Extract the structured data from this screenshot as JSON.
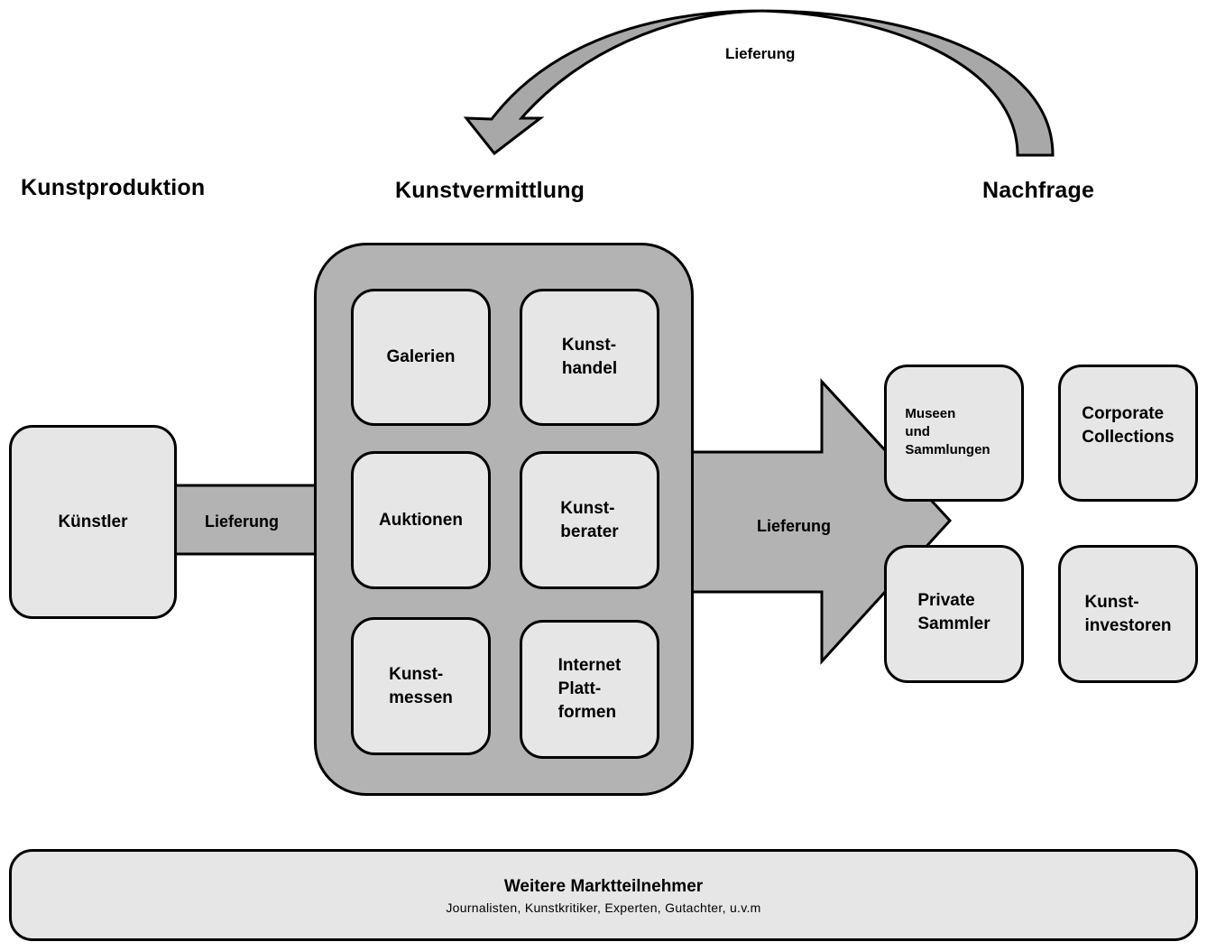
{
  "headings": {
    "production": "Kunstproduktion",
    "mediation": "Kunstvermittlung",
    "demand": "Nachfrage"
  },
  "arrows": {
    "top_curved": "Lieferung",
    "artist_to_mediation": "Lieferung",
    "mediation_to_demand": "Lieferung"
  },
  "producer": {
    "label": "Künstler"
  },
  "mediation_channels": [
    {
      "line1": "Galerien",
      "line2": "",
      "line3": ""
    },
    {
      "line1": "Kunst-",
      "line2": "handel",
      "line3": ""
    },
    {
      "line1": "Auktionen",
      "line2": "",
      "line3": ""
    },
    {
      "line1": "Kunst-",
      "line2": "berater",
      "line3": ""
    },
    {
      "line1": "Kunst-",
      "line2": "messen",
      "line3": ""
    },
    {
      "line1": "Internet",
      "line2": "Platt-",
      "line3": "formen"
    }
  ],
  "demand_groups": [
    {
      "line1": "Museen",
      "line2": "und",
      "line3": "Sammlungen"
    },
    {
      "line1": "Corporate",
      "line2": "Collections",
      "line3": ""
    },
    {
      "line1": "Private",
      "line2": "Sammler",
      "line3": ""
    },
    {
      "line1": "Kunst-",
      "line2": "investoren",
      "line3": ""
    }
  ],
  "other_participants": {
    "title": "Weitere Marktteilnehmer",
    "subtitle": "Journalisten, Kunstkritiker, Experten, Gutachter, u.v.m"
  },
  "colors": {
    "box_fill": "#e6e6e6",
    "container_fill": "#b3b3b3",
    "curved_arrow_left": "#b8b8b8",
    "curved_arrow_right": "#9a9a9a",
    "stroke": "#000000"
  }
}
